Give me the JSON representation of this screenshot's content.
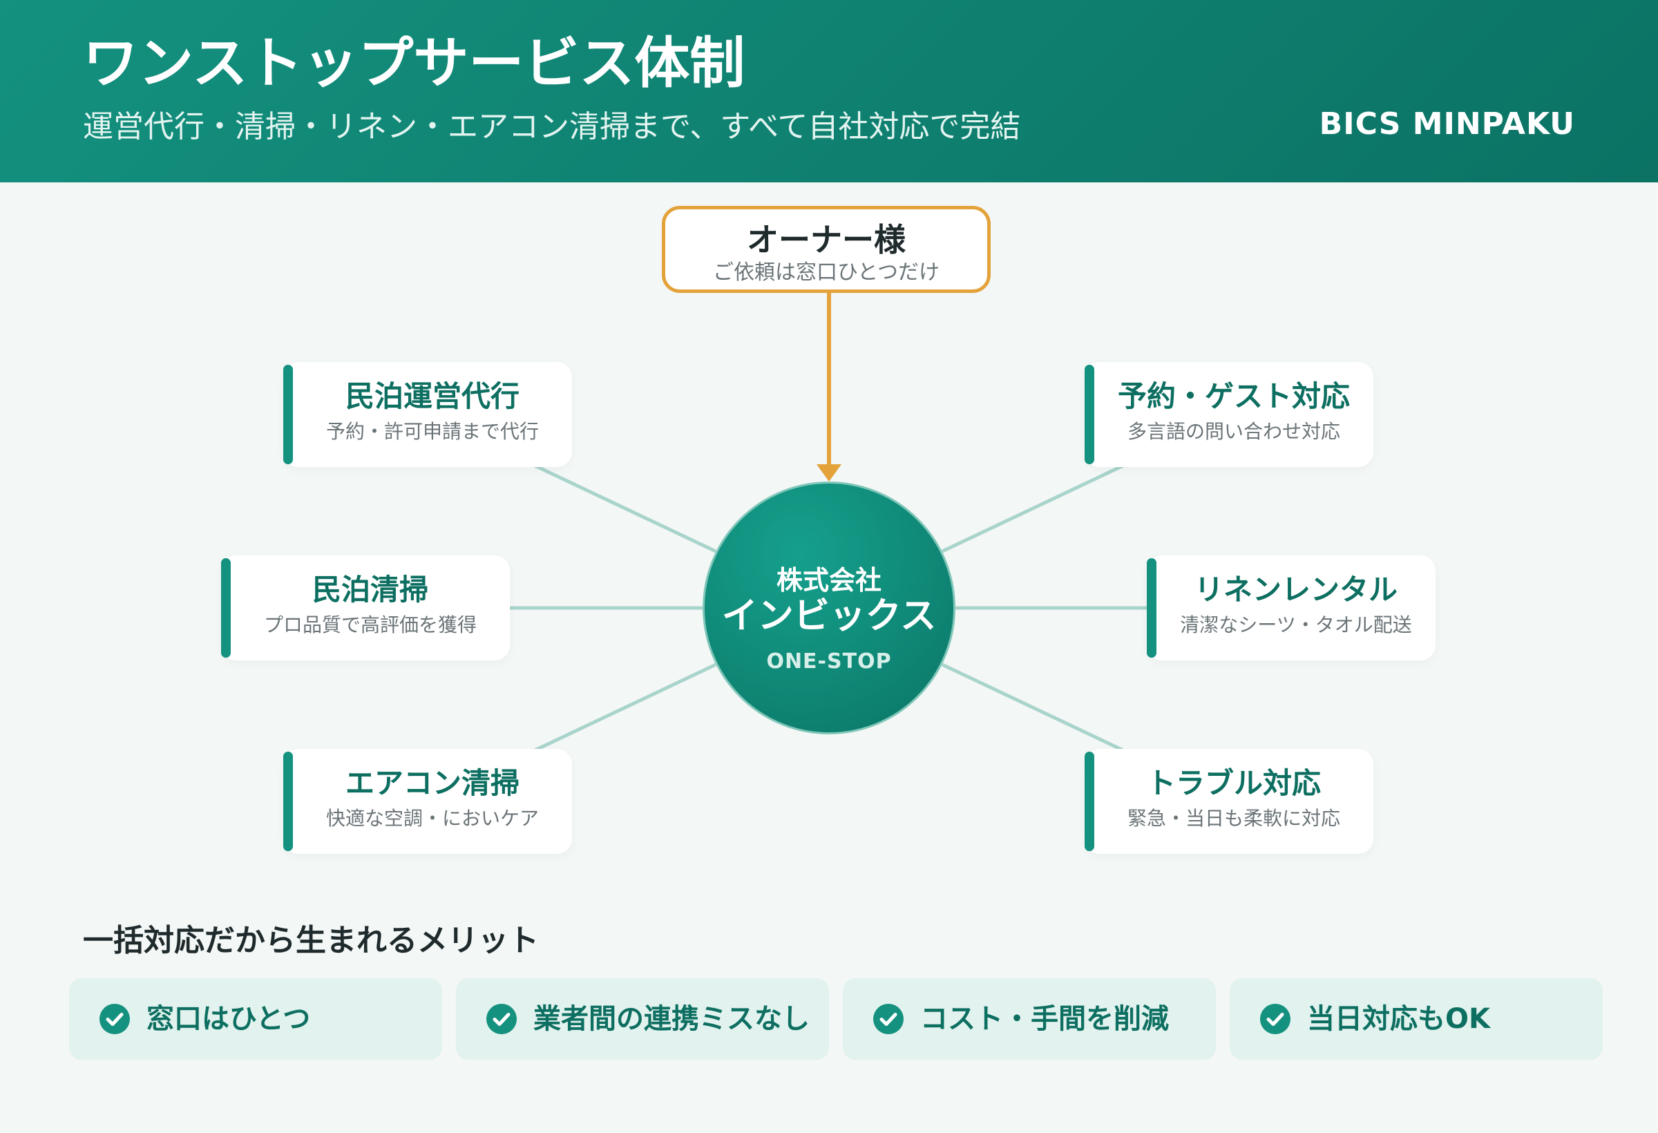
{
  "header": {
    "title": "ワンストップサービス体制",
    "subtitle": "運営代行・清掃・リネン・エアコン清掃まで、すべて自社対応で完結",
    "brand": "BICS MINPAKU"
  },
  "owner": {
    "title": "オーナー様",
    "subtitle": "ご依頼は窓口ひとつだけ"
  },
  "hub": {
    "line1": "株式会社",
    "line2": "インビックス",
    "line3": "ONE-STOP"
  },
  "services": [
    {
      "title": "民泊運営代行",
      "subtitle": "予約・許可申請まで代行"
    },
    {
      "title": "民泊清掃",
      "subtitle": "プロ品質で高評価を獲得"
    },
    {
      "title": "エアコン清掃",
      "subtitle": "快適な空調・においケア"
    },
    {
      "title": "予約・ゲスト対応",
      "subtitle": "多言語の問い合わせ対応"
    },
    {
      "title": "リネンレンタル",
      "subtitle": "清潔なシーツ・タオル配送"
    },
    {
      "title": "トラブル対応",
      "subtitle": "緊急・当日も柔軟に対応"
    }
  ],
  "merits": {
    "title": "一括対応だから生まれるメリット",
    "items": [
      "窓口はひとつ",
      "業者間の連携ミスなし",
      "コスト・手間を削減",
      "当日対応もOK"
    ]
  },
  "colors": {
    "primary": "#14917f",
    "primary_dark": "#0b7264",
    "accent": "#e3a23a",
    "line": "#a9d4cb",
    "merit_bg": "#e2f2ee"
  }
}
